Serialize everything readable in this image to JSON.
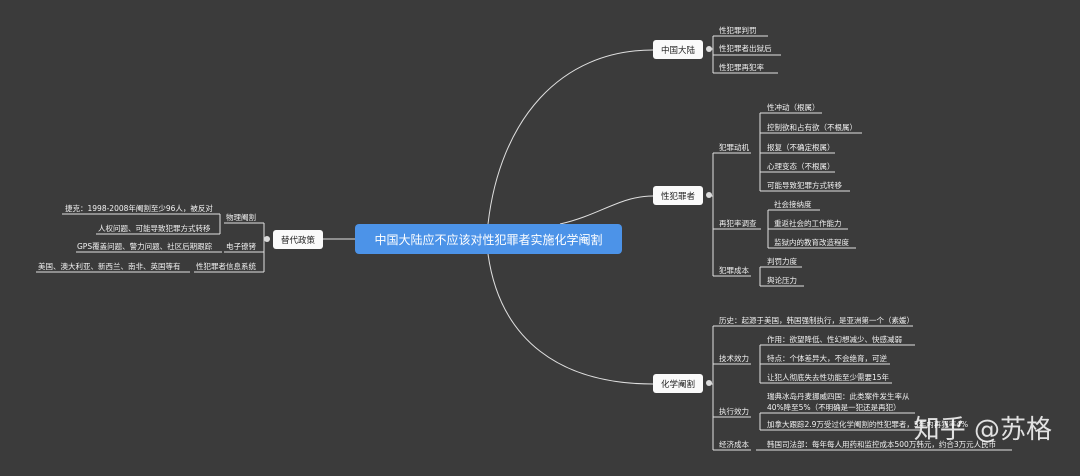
{
  "central": "中国大陆应不应该对性犯罪者实施化学阉割",
  "right": [
    {
      "label": "中国大陆",
      "children": [
        {
          "label": "性犯罪判罚"
        },
        {
          "label": "性犯罪者出狱后"
        },
        {
          "label": "性犯罪再犯率"
        }
      ]
    },
    {
      "label": "性犯罪者",
      "children": [
        {
          "label": "犯罪动机",
          "children": [
            {
              "label": "性冲动（根属）"
            },
            {
              "label": "控制欲和占有欲（不根属）"
            },
            {
              "label": "报复（不确定根属）"
            },
            {
              "label": "心理变态（不根属）"
            },
            {
              "label": "可能导致犯罪方式转移"
            }
          ]
        },
        {
          "label": "再犯率调查",
          "children": [
            {
              "label": "社会接纳度"
            },
            {
              "label": "重返社会的工作能力"
            },
            {
              "label": "监狱内的教育改造程度"
            }
          ]
        },
        {
          "label": "犯罪成本",
          "children": [
            {
              "label": "判罚力度"
            },
            {
              "label": "舆论压力"
            }
          ]
        }
      ]
    },
    {
      "label": "化学阉割",
      "children": [
        {
          "label": "历史：起源于美国，韩国强制执行，是亚洲第一个（素媛）"
        },
        {
          "label": "技术效力",
          "children": [
            {
              "label": "作用：欲望降低、性幻想减少、快感减弱"
            },
            {
              "label": "特点：个体差异大，不会绝育，可逆"
            },
            {
              "label": "让犯人彻底失去性功能至少需要15年"
            }
          ]
        },
        {
          "label": "执行效力",
          "children": [
            {
              "label": "瑞典冰岛丹麦挪威四国：此类案件发生率从40%降至5%（不明确是一犯还是再犯）"
            },
            {
              "label": "加拿大跟踪2.9万受过化学阉割的性犯罪者，5年内再犯率4%"
            }
          ]
        },
        {
          "label": "经济成本",
          "children": [
            {
              "label": "韩国司法部：每年每人用药和监控成本500万韩元，约合3万元人民币"
            }
          ]
        }
      ]
    }
  ],
  "left": [
    {
      "label": "替代政策",
      "children": [
        {
          "label": "物理阉割",
          "children": [
            {
              "label": "捷克：1998-2008年阉割至少96人，被反对"
            },
            {
              "label": "人权问题、可能导致犯罪方式转移"
            }
          ]
        },
        {
          "label": "电子镣铐",
          "children": [
            {
              "label": "GPS覆盖问题、警力问题、社区后期跟踪"
            }
          ]
        },
        {
          "label": "性犯罪者信息系统",
          "children": [
            {
              "label": "美国、澳大利亚、新西兰、南非、英国等有"
            }
          ]
        }
      ]
    }
  ],
  "watermark": "知乎 @苏格",
  "colors": {
    "background": "#3b3b3b",
    "central": "#4c93e8",
    "line": "#e0e0e0",
    "box": "#fafafa"
  }
}
